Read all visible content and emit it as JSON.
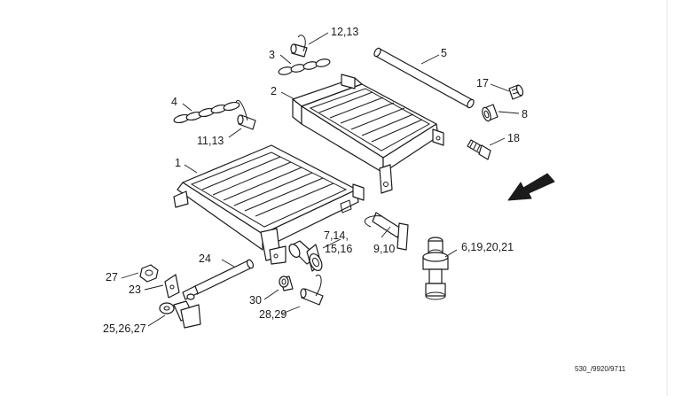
{
  "diagram": {
    "callouts": {
      "c_12_13": "12,13",
      "c_3": "3",
      "c_5": "5",
      "c_17": "17",
      "c_8": "8",
      "c_2": "2",
      "c_4": "4",
      "c_11_13": "11,13",
      "c_18": "18",
      "c_1": "1",
      "c_7_14": "7,14,",
      "c_15_16": "15,16",
      "c_9_10": "9,10",
      "c_6_19_20_21": "6,19,20,21",
      "c_24": "24",
      "c_27_top": "27",
      "c_23": "23",
      "c_30": "30",
      "c_28_29": "28,29",
      "c_25_26_27": "25,26,27"
    },
    "drawing_code": "530_/9920/9711"
  }
}
